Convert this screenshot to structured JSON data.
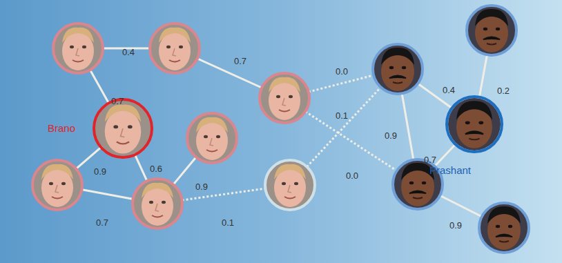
{
  "diagram": {
    "nodes": [
      {
        "text": [
          "Brano"
        ]
      },
      {
        "text": [
          "Prashant"
        ]
      }
    ],
    "labels": [
      "0.4",
      "0.7",
      "0.7",
      "0.0",
      "0.4",
      "0.2",
      "0.1",
      "0.9",
      "0.9",
      "0.6",
      "0.9",
      "0.0",
      "0.7",
      "0.7",
      "0.1",
      "0.9"
    ]
  }
}
